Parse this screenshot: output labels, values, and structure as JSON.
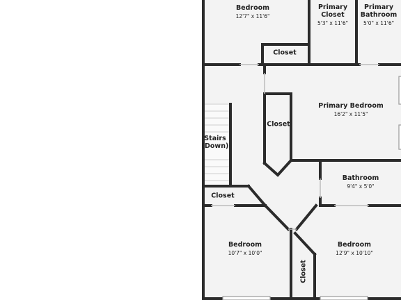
{
  "rooms": {
    "bedroom_top": {
      "name": "Bedroom",
      "dim": "12'7\" x 11'6\""
    },
    "primary_closet": {
      "line1": "Primary",
      "line2": "Closet",
      "dim": "5'3\" x 11'6\""
    },
    "primary_bathroom": {
      "line1": "Primary",
      "line2": "Bathroom",
      "dim": "5'0\" x 11'6\""
    },
    "closet_top": {
      "name": "Closet"
    },
    "primary_bedroom": {
      "name": "Primary Bedroom",
      "dim": "16'2\" x 11'5\""
    },
    "closet_mid": {
      "name": "Closet"
    },
    "stairs": {
      "line1": "Stairs",
      "line2": "(Down)"
    },
    "bathroom": {
      "name": "Bathroom",
      "dim": "9'4\" x 5'0\""
    },
    "closet_left": {
      "name": "Closet"
    },
    "bedroom_left": {
      "name": "Bedroom",
      "dim": "10'7\" x 10'0\""
    },
    "bedroom_right": {
      "name": "Bedroom",
      "dim": "12'9\" x 10'10\""
    },
    "closet_bottom": {
      "name": "Closet"
    }
  },
  "colors": {
    "wall": "#2b2b2b",
    "floor": "#f3f3f3",
    "window": "#bcbcbc",
    "stair": "#d6d6d6"
  }
}
